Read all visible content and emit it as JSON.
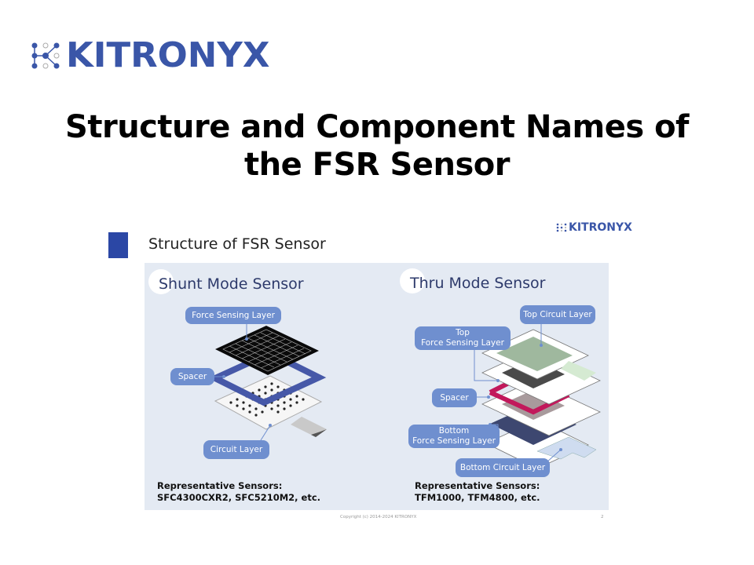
{
  "brand": {
    "name": "KITRONYX",
    "color": "#3a56a8",
    "logo_icon": "network-dots-icon"
  },
  "page": {
    "title_line1": "Structure and Component Names of",
    "title_line2": "the FSR Sensor"
  },
  "slide": {
    "heading": "Structure of FSR Sensor",
    "accent_color": "#2b47a5",
    "logo_text": "KITRONYX",
    "panel_bg": "#e4eaf3",
    "shunt": {
      "title": "Shunt Mode Sensor",
      "labels": {
        "force_sensing_layer": "Force Sensing Layer",
        "spacer": "Spacer",
        "circuit_layer": "Circuit Layer"
      },
      "rep_label": "Representative Sensors:",
      "rep_models": "SFC4300CXR2, SFC5210M2, etc."
    },
    "thru": {
      "title": "Thru Mode Sensor",
      "labels": {
        "top_circuit_layer": "Top Circuit Layer",
        "top_force_line1": "Top",
        "top_force_line2": "Force Sensing Layer",
        "spacer": "Spacer",
        "bottom_force_line1": "Bottom",
        "bottom_force_line2": "Force Sensing Layer",
        "bottom_circuit_layer": "Bottom Circuit Layer"
      },
      "rep_label": "Representative Sensors:",
      "rep_models": "TFM1000, TFM4800, etc."
    },
    "label_color": "#6f8fcf",
    "footer_copyright": "Copyright (c) 2014-2024 KITRONYX",
    "page_number": "2"
  }
}
